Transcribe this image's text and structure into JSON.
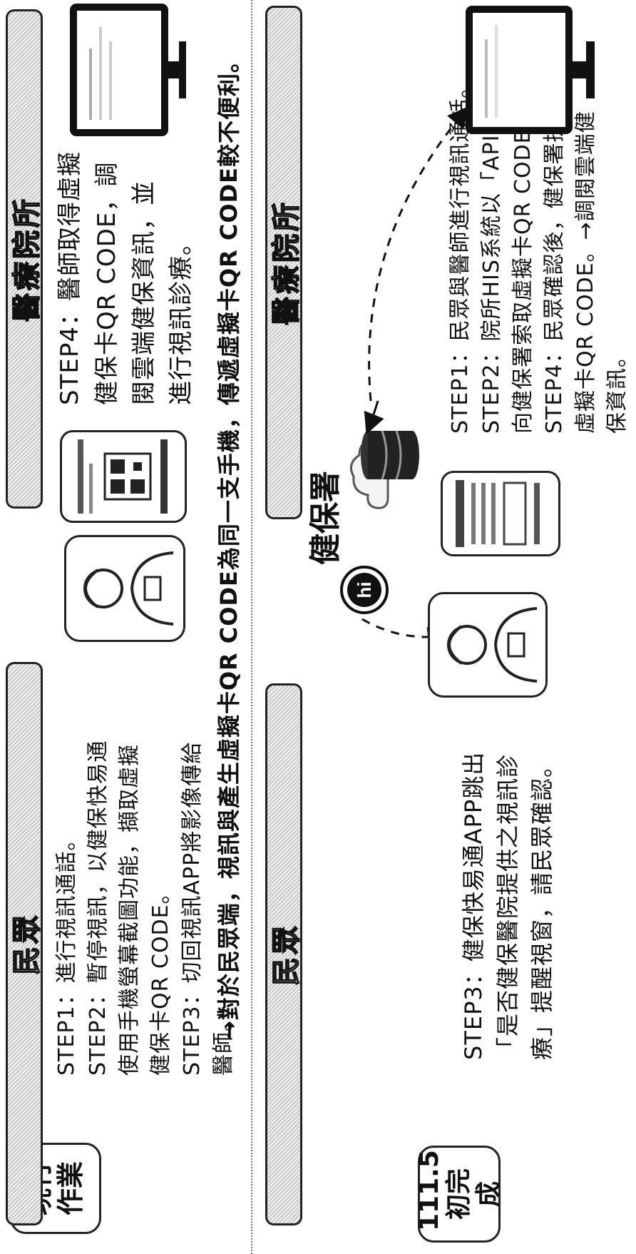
{
  "current": {
    "label": "現行作業",
    "banner_left": "民眾",
    "banner_right": "醫療院所",
    "left_steps": [
      "STEP1：進行視訊通話。",
      "STEP2：暫停視訊，以健保快易通",
      "使用手機螢幕截圖功能，擷取虛擬",
      "健保卡QR CODE。",
      "STEP3：切回視訊APP將影像傳給",
      "醫師。"
    ],
    "right_steps": [
      "STEP4：醫師取得虛擬",
      "健保卡QR CODE，調",
      "閱雲端健保資訊，並",
      "進行視訊診療。"
    ]
  },
  "note": "→對於民眾端，視訊與產生虛擬卡QR CODE為同一支手機，傳遞虛擬卡QR CODE較不便利。",
  "future": {
    "label": "111.5初完成",
    "banner_left": "民眾",
    "banner_right": "醫療院所",
    "center_label": "健保署",
    "left_steps": [
      "STEP3：健保快易通APP跳出",
      "「是否健保醫院提供之視訊診",
      "療」提醒視窗，請民眾確認。"
    ],
    "right_steps": [
      "STEP1：民眾與醫師進行視訊通話。",
      "STEP2：院所HIS系統以「API」",
      "向健保署索取虛擬卡QR CODE。",
      "STEP4：民眾確認後，健保署提供",
      "虛擬卡QR CODE。→調閱雲端健",
      "保資訊。"
    ]
  },
  "icons": {
    "monitor": "computer-monitor-icon",
    "phone": "smartphone-icon",
    "person": "person-icon",
    "server": "database-server-icon",
    "cloud": "cloud-icon",
    "logo": "nhi-logo-icon"
  }
}
